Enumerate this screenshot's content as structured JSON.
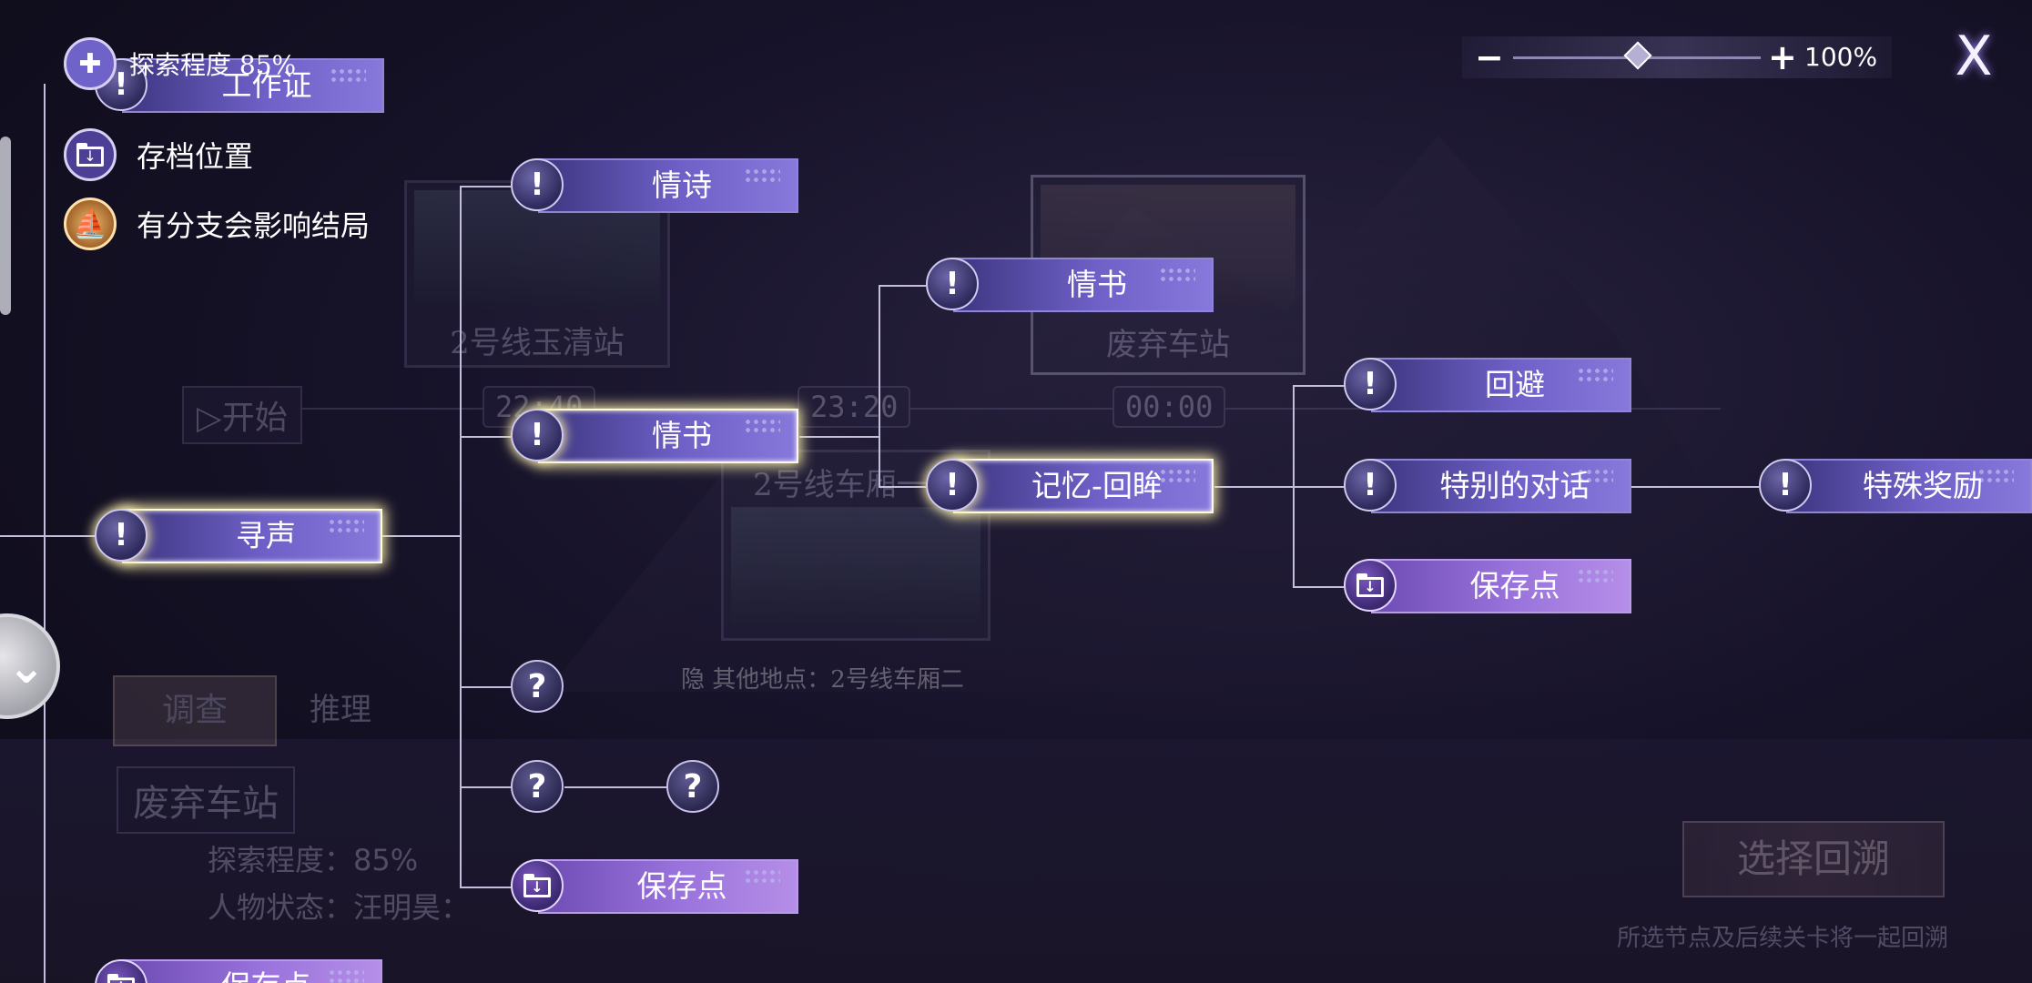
{
  "legend": {
    "exploration": "探索程度 85%",
    "save_location": "存档位置",
    "branch_affects": "有分支会影响结局"
  },
  "zoom": {
    "minus": "−",
    "plus": "+",
    "percent": "100%"
  },
  "close_label": "X",
  "background": {
    "timeline_start": "开始",
    "times": [
      "22:40",
      "23:20",
      "00:00"
    ],
    "scenes": [
      "2号线玉清站",
      "废弃车站",
      "2号线车厢一"
    ],
    "other_location": "其他地点：2号线车厢二",
    "hidden_tag": "隐",
    "tabs": [
      "调查",
      "推理"
    ],
    "location_title": "废弃车站",
    "explore_stat": "探索程度：85%",
    "character_stat": "人物状态：汪明昊：",
    "select_button": "选择回溯",
    "select_hint": "所选节点及后续关卡将一起回溯"
  },
  "nodes": {
    "work_id": "工作证",
    "love_poem": "情诗",
    "love_letter_a": "情书",
    "love_letter_b": "情书",
    "xunsheng": "寻声",
    "memory": "记忆-回眸",
    "avoid": "回避",
    "special_talk": "特别的对话",
    "special_reward": "特殊奖励",
    "save_point_a": "保存点",
    "save_point_b": "保存点",
    "save_point_c": "保存点"
  },
  "icons": {
    "exclaim": "!",
    "question": "?"
  }
}
